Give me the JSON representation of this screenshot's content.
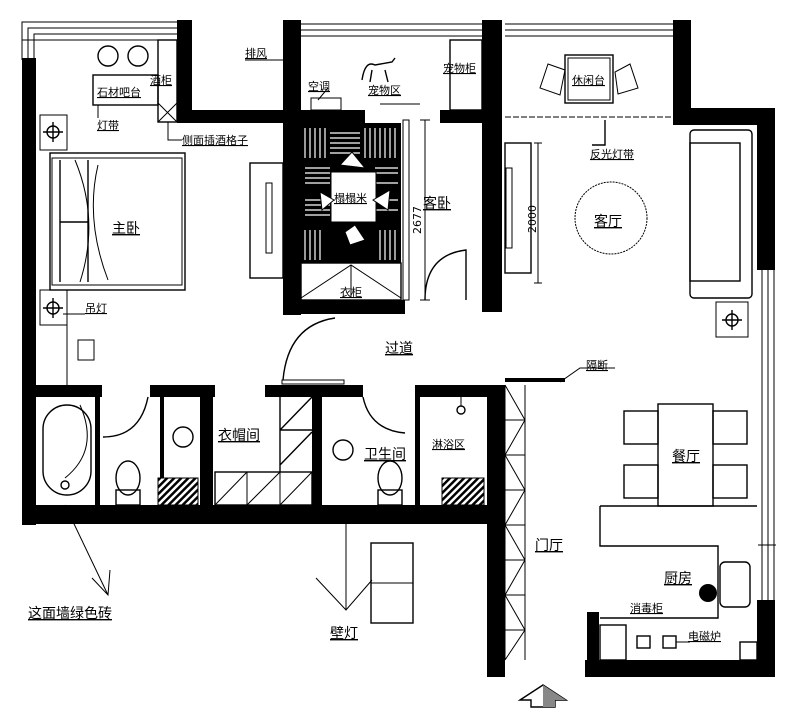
{
  "plan": {
    "rooms": {
      "master_bedroom": "主卧",
      "guest_bedroom": "客卧",
      "living_room": "客厅",
      "corridor": "过道",
      "cloakroom": "衣帽间",
      "bathroom": "卫生间",
      "shower_area": "淋浴区",
      "dining_room": "餐厅",
      "foyer": "门厅",
      "kitchen": "厨房",
      "pet_area": "宠物区",
      "leisure_table": "休闲台"
    },
    "annotations": {
      "stone_bar": "石材吧台",
      "wine_cabinet": "酒柜",
      "light_strip": "灯带",
      "side_wine_rack": "侧面插酒格子",
      "exhaust": "排风",
      "air_conditioner": "空调",
      "pet_cabinet": "宠物柜",
      "tatami": "榻榻米",
      "wardrobe": "衣柜",
      "pendant_light": "吊灯",
      "reflective_light_strip": "反光灯带",
      "partition": "隔断",
      "disinfection_cabinet": "消毒柜",
      "induction_cooker": "电磁炉",
      "green_tile_wall": "这面墙绿色砖",
      "wall_lamp": "壁灯"
    },
    "dimensions": {
      "guest_bedroom_length": "2677",
      "tv_wall_length": "2000"
    }
  }
}
